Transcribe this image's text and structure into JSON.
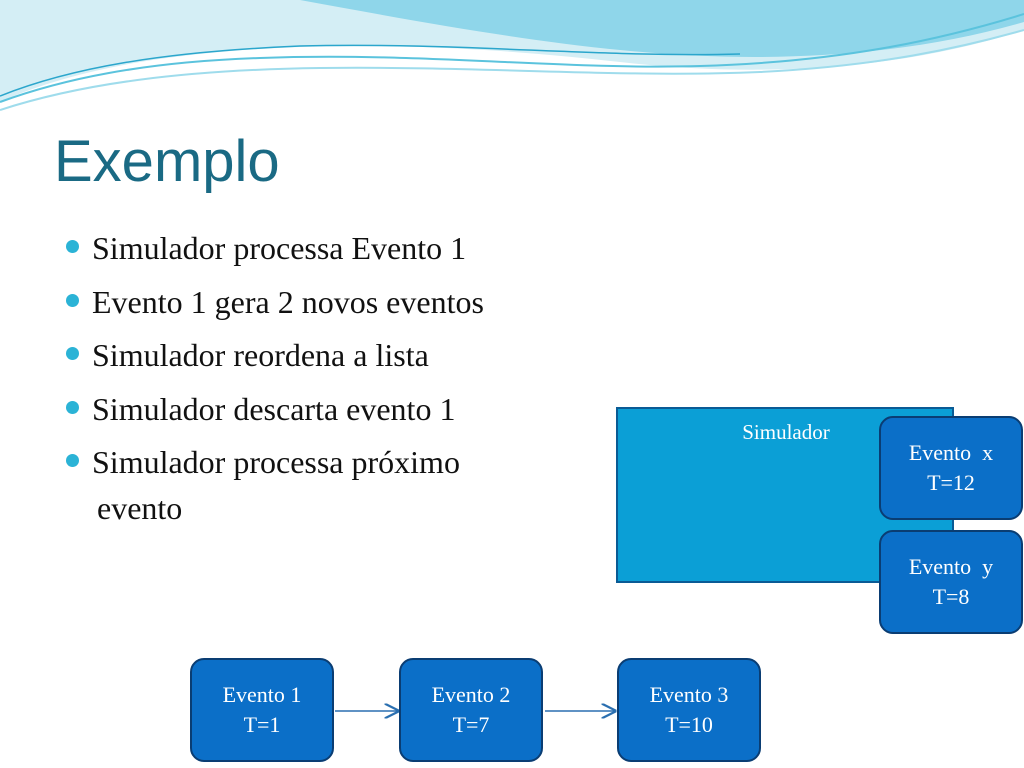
{
  "slide": {
    "title": "Exemplo",
    "bullets": [
      "Simulador processa Evento 1",
      "Evento 1 gera 2 novos eventos",
      "Simulador reordena a lista",
      "Simulador descarta evento 1",
      "Simulador processa próximo"
    ],
    "bullet_continuation": "evento"
  },
  "diagram": {
    "simulator_label": "Simulador",
    "new_events": [
      {
        "name": "Evento  x",
        "time": "T=12"
      },
      {
        "name": "Evento  y",
        "time": "T=8"
      }
    ],
    "event_list": [
      {
        "name": "Evento 1",
        "time": "T=1"
      },
      {
        "name": "Evento 2",
        "time": "T=7"
      },
      {
        "name": "Evento 3",
        "time": "T=10"
      }
    ]
  },
  "colors": {
    "title": "#1a6a84",
    "bullet": "#2bb3d6",
    "simulator_fill": "#0b9fd6",
    "event_fill": "#0b6fc8"
  }
}
